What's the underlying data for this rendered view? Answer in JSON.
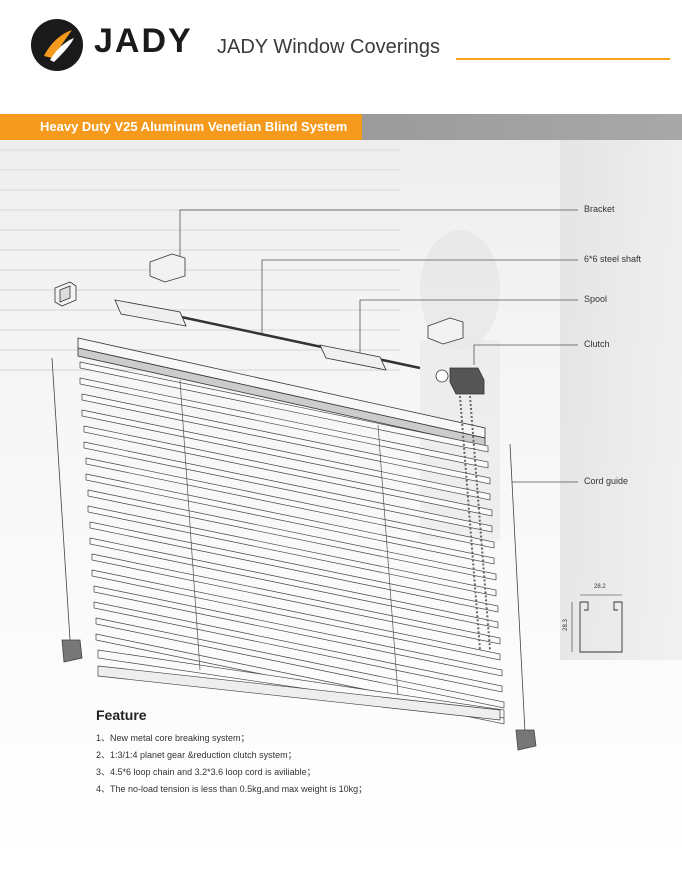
{
  "header": {
    "brand": "JADY",
    "title": "JADY Window Coverings",
    "accent_color": "#f59a1c"
  },
  "banner": {
    "title": "Heavy Duty V25 Aluminum Venetian Blind System"
  },
  "callouts": {
    "bracket": "Bracket",
    "shaft": "6*6 steel shaft",
    "spool": "Spool",
    "clutch": "Clutch",
    "cord_guide": "Cord guide"
  },
  "profile": {
    "width_dim": "28.2",
    "height_dim": "28.3"
  },
  "feature": {
    "title": "Feature",
    "items": [
      "1、New metal core breaking system；",
      "2、1:3/1:4 planet gear &reduction clutch system；",
      "3、4.5*6 loop chain and 3.2*3.6 loop cord is aviliable；",
      "4、The no-load tension is less than 0.5kg,and max weight is 10kg；"
    ]
  }
}
